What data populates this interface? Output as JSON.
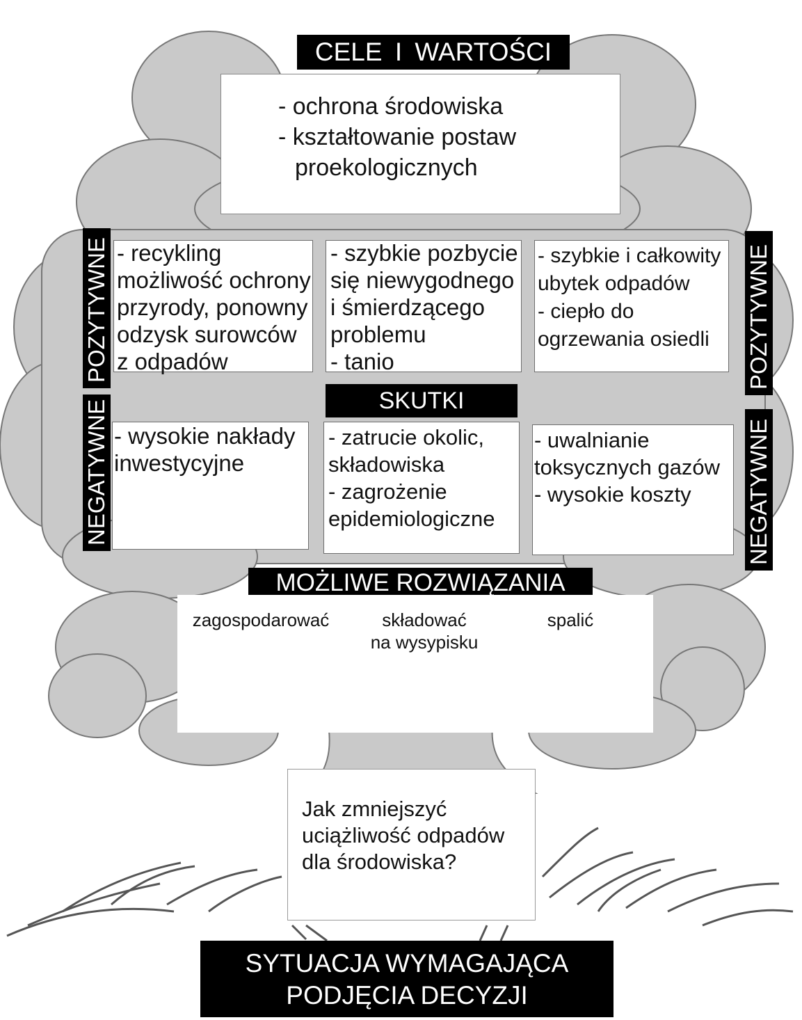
{
  "diagram": {
    "goals_header": "CELE I WARTOŚCI",
    "goals": [
      "- ochrona środowiska",
      "- kształtowanie postaw",
      "proekologicznych"
    ],
    "positive_label": "POZYTYWNE",
    "negative_label": "NEGATYWNE",
    "positive_effects": [
      "- recykling\nmożliwość ochrony\nprzyrody, ponowny\nodzysk surowców\nz odpadów",
      "- szybkie pozbycie\nsię niewygodnego\ni śmierdzącego\nproblemu\n- tanio",
      "- szybkie i całkowity\nubytek odpadów\n- ciepło do\nogrzewania osiedli"
    ],
    "effects_header": "SKUTKI",
    "negative_effects": [
      "- wysokie nakłady\ninwestycyjne",
      "- zatrucie okolic,\nskładowiska\n- zagrożenie\nepidemiologiczne",
      "- uwalnianie\ntoksycznych gazów\n- wysokie koszty"
    ],
    "solutions_header": "MOŻLIWE ROZWIĄZANIA",
    "solutions": [
      "zagospodarować",
      "składować\nna wysypisku",
      "spalić"
    ],
    "question": "Jak zmniejszyć\nuciążliwość odpadów\ndla środowiska?",
    "situation_header": "SYTUACJA WYMAGAJĄCA\nPODJĘCIA DECYZJI",
    "colors": {
      "ink": "#000000",
      "canopy": "#c9c9c9",
      "paper": "#ffffff"
    }
  }
}
